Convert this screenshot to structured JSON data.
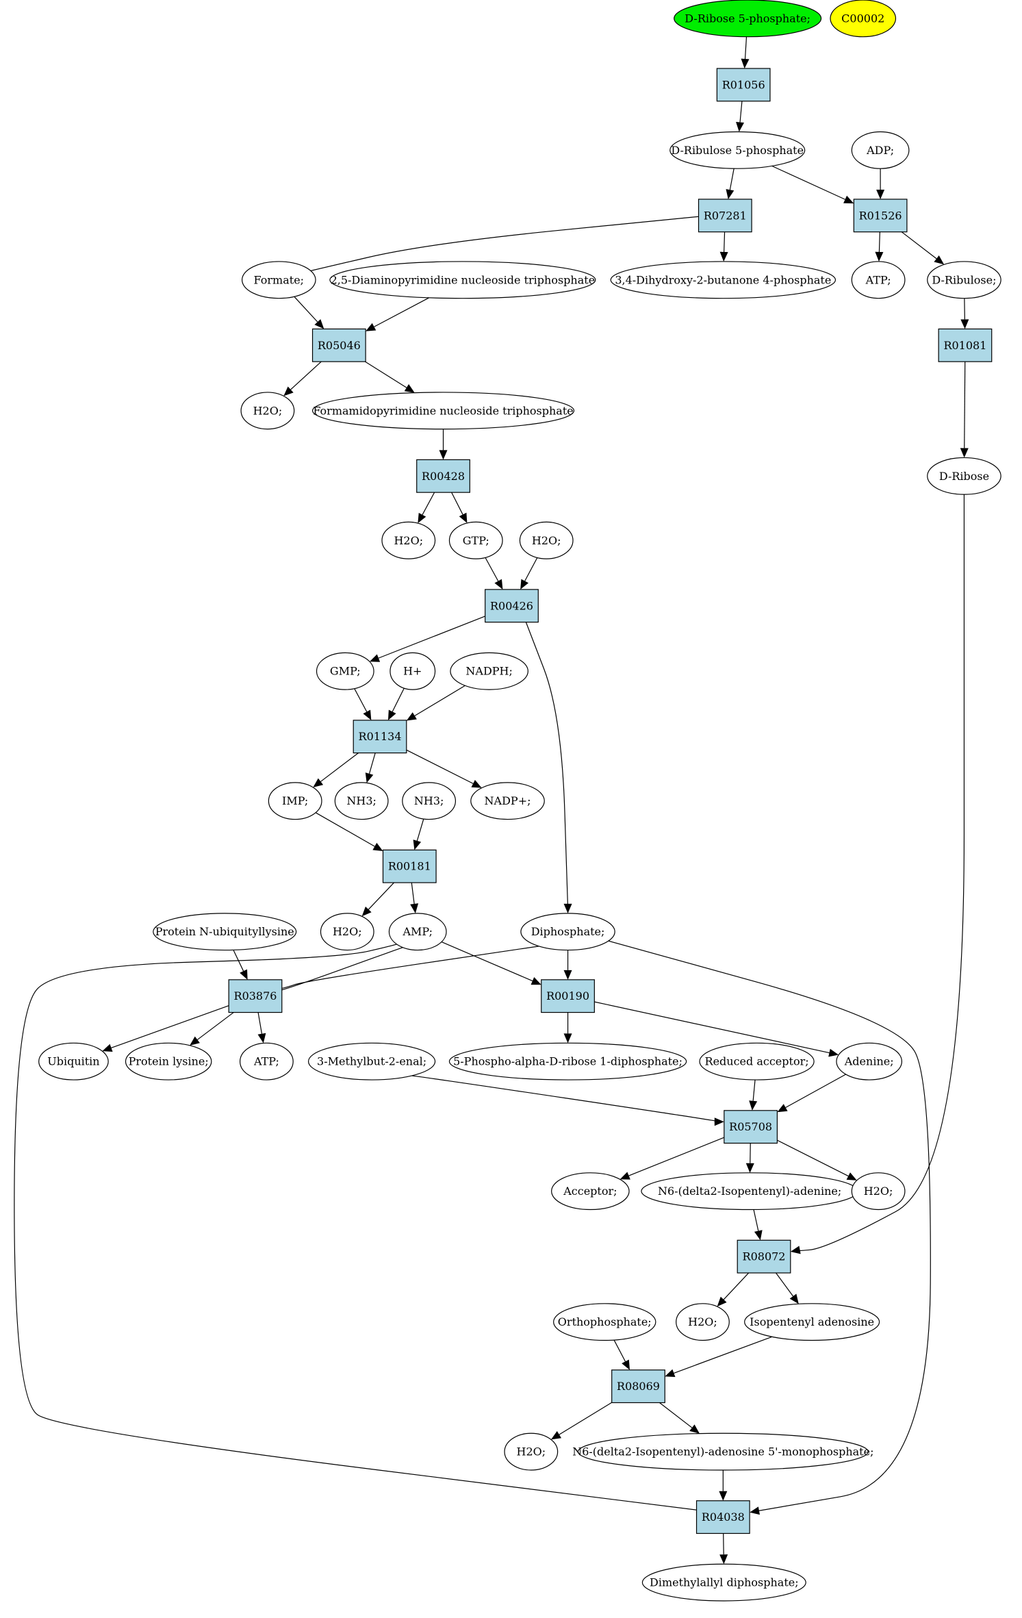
{
  "diagram": {
    "nodes": [
      {
        "id": "ribose5p",
        "label": "D-Ribose 5-phosphate;",
        "kind": "compound",
        "fill": "#00ee00"
      },
      {
        "id": "c00002",
        "label": "C00002",
        "kind": "compound",
        "fill": "#ffff00"
      },
      {
        "id": "R01056",
        "label": "R01056",
        "kind": "reaction"
      },
      {
        "id": "ribulose5p",
        "label": "D-Ribulose 5-phosphate",
        "kind": "compound"
      },
      {
        "id": "adp",
        "label": "ADP;",
        "kind": "compound"
      },
      {
        "id": "R07281",
        "label": "R07281",
        "kind": "reaction"
      },
      {
        "id": "R01526",
        "label": "R01526",
        "kind": "reaction"
      },
      {
        "id": "formate",
        "label": "Formate;",
        "kind": "compound"
      },
      {
        "id": "dapnt",
        "label": "2,5-Diaminopyrimidine nucleoside triphosphate",
        "kind": "compound"
      },
      {
        "id": "dhbp",
        "label": "3,4-Dihydroxy-2-butanone 4-phosphate",
        "kind": "compound"
      },
      {
        "id": "atp1",
        "label": "ATP;",
        "kind": "compound"
      },
      {
        "id": "ribulose",
        "label": "D-Ribulose;",
        "kind": "compound"
      },
      {
        "id": "R05046",
        "label": "R05046",
        "kind": "reaction"
      },
      {
        "id": "R01081",
        "label": "R01081",
        "kind": "reaction"
      },
      {
        "id": "h2o1",
        "label": "H2O;",
        "kind": "compound"
      },
      {
        "id": "fapnt",
        "label": "Formamidopyrimidine nucleoside triphosphate",
        "kind": "compound"
      },
      {
        "id": "R00428",
        "label": "R00428",
        "kind": "reaction"
      },
      {
        "id": "dribose",
        "label": "D-Ribose",
        "kind": "compound"
      },
      {
        "id": "h2o2",
        "label": "H2O;",
        "kind": "compound"
      },
      {
        "id": "gtp",
        "label": "GTP;",
        "kind": "compound"
      },
      {
        "id": "h2o3",
        "label": "H2O;",
        "kind": "compound"
      },
      {
        "id": "R00426",
        "label": "R00426",
        "kind": "reaction"
      },
      {
        "id": "gmp",
        "label": "GMP;",
        "kind": "compound"
      },
      {
        "id": "hplus",
        "label": "H+",
        "kind": "compound"
      },
      {
        "id": "nadph",
        "label": "NADPH;",
        "kind": "compound"
      },
      {
        "id": "R01134",
        "label": "R01134",
        "kind": "reaction"
      },
      {
        "id": "imp",
        "label": "IMP;",
        "kind": "compound"
      },
      {
        "id": "nh3a",
        "label": "NH3;",
        "kind": "compound"
      },
      {
        "id": "nh3b",
        "label": "NH3;",
        "kind": "compound"
      },
      {
        "id": "nadpplus",
        "label": "NADP+;",
        "kind": "compound"
      },
      {
        "id": "R00181",
        "label": "R00181",
        "kind": "reaction"
      },
      {
        "id": "protubq",
        "label": "Protein N-ubiquityllysine",
        "kind": "compound"
      },
      {
        "id": "h2o4",
        "label": "H2O;",
        "kind": "compound"
      },
      {
        "id": "amp",
        "label": "AMP;",
        "kind": "compound"
      },
      {
        "id": "diphosphate",
        "label": "Diphosphate;",
        "kind": "compound"
      },
      {
        "id": "R03876",
        "label": "R03876",
        "kind": "reaction"
      },
      {
        "id": "R00190",
        "label": "R00190",
        "kind": "reaction"
      },
      {
        "id": "ubiquitin",
        "label": "Ubiquitin",
        "kind": "compound"
      },
      {
        "id": "protlys",
        "label": "Protein lysine;",
        "kind": "compound"
      },
      {
        "id": "atp2",
        "label": "ATP;",
        "kind": "compound"
      },
      {
        "id": "methylbutenal",
        "label": "3-Methylbut-2-enal;",
        "kind": "compound"
      },
      {
        "id": "prpp",
        "label": "5-Phospho-alpha-D-ribose 1-diphosphate;",
        "kind": "compound"
      },
      {
        "id": "redacc",
        "label": "Reduced acceptor;",
        "kind": "compound"
      },
      {
        "id": "adenine",
        "label": "Adenine;",
        "kind": "compound"
      },
      {
        "id": "R05708",
        "label": "R05708",
        "kind": "reaction"
      },
      {
        "id": "acceptor",
        "label": "Acceptor;",
        "kind": "compound"
      },
      {
        "id": "ipadenine",
        "label": "N6-(delta2-Isopentenyl)-adenine;",
        "kind": "compound"
      },
      {
        "id": "h2o5",
        "label": "H2O;",
        "kind": "compound"
      },
      {
        "id": "R08072",
        "label": "R08072",
        "kind": "reaction"
      },
      {
        "id": "h2o6",
        "label": "H2O;",
        "kind": "compound"
      },
      {
        "id": "ipadenosine",
        "label": "Isopentenyl adenosine",
        "kind": "compound"
      },
      {
        "id": "orthophosphate",
        "label": "Orthophosphate;",
        "kind": "compound"
      },
      {
        "id": "R08069",
        "label": "R08069",
        "kind": "reaction"
      },
      {
        "id": "h2o7",
        "label": "H2O;",
        "kind": "compound"
      },
      {
        "id": "ipamp",
        "label": "N6-(delta2-Isopentenyl)-adenosine 5'-monophosphate;",
        "kind": "compound"
      },
      {
        "id": "R04038",
        "label": "R04038",
        "kind": "reaction"
      },
      {
        "id": "dmapp",
        "label": "Dimethylallyl diphosphate;",
        "kind": "compound"
      }
    ],
    "edges": [
      [
        "ribose5p",
        "R01056"
      ],
      [
        "R01056",
        "ribulose5p"
      ],
      [
        "ribulose5p",
        "R07281"
      ],
      [
        "ribulose5p",
        "R01526"
      ],
      [
        "adp",
        "R01526"
      ],
      [
        "R07281",
        "formate"
      ],
      [
        "R07281",
        "dhbp"
      ],
      [
        "R01526",
        "atp1"
      ],
      [
        "R01526",
        "ribulose"
      ],
      [
        "formate",
        "R05046"
      ],
      [
        "dapnt",
        "R05046"
      ],
      [
        "ribulose",
        "R01081"
      ],
      [
        "R05046",
        "h2o1"
      ],
      [
        "R05046",
        "fapnt"
      ],
      [
        "fapnt",
        "R00428"
      ],
      [
        "R01081",
        "dribose"
      ],
      [
        "R00428",
        "h2o2"
      ],
      [
        "R00428",
        "gtp"
      ],
      [
        "gtp",
        "R00426"
      ],
      [
        "h2o3",
        "R00426"
      ],
      [
        "R00426",
        "gmp"
      ],
      [
        "R00426",
        "diphosphate"
      ],
      [
        "gmp",
        "R01134"
      ],
      [
        "hplus",
        "R01134"
      ],
      [
        "nadph",
        "R01134"
      ],
      [
        "R01134",
        "imp"
      ],
      [
        "R01134",
        "nh3a"
      ],
      [
        "R01134",
        "nadpplus"
      ],
      [
        "imp",
        "R00181"
      ],
      [
        "nh3b",
        "R00181"
      ],
      [
        "R00181",
        "h2o4"
      ],
      [
        "R00181",
        "amp"
      ],
      [
        "protubq",
        "R03876"
      ],
      [
        "amp",
        "R03876"
      ],
      [
        "diphosphate",
        "R03876"
      ],
      [
        "amp",
        "R00190"
      ],
      [
        "diphosphate",
        "R00190"
      ],
      [
        "R03876",
        "ubiquitin"
      ],
      [
        "R03876",
        "protlys"
      ],
      [
        "R03876",
        "atp2"
      ],
      [
        "R00190",
        "prpp"
      ],
      [
        "R00190",
        "adenine"
      ],
      [
        "methylbutenal",
        "R05708"
      ],
      [
        "redacc",
        "R05708"
      ],
      [
        "adenine",
        "R05708"
      ],
      [
        "R05708",
        "acceptor"
      ],
      [
        "R05708",
        "ipadenine"
      ],
      [
        "R05708",
        "h2o5"
      ],
      [
        "ipadenine",
        "R08072"
      ],
      [
        "dribose",
        "R08072"
      ],
      [
        "R08072",
        "h2o6"
      ],
      [
        "R08072",
        "ipadenosine"
      ],
      [
        "orthophosphate",
        "R08069"
      ],
      [
        "ipadenosine",
        "R08069"
      ],
      [
        "R08069",
        "h2o7"
      ],
      [
        "R08069",
        "ipamp"
      ],
      [
        "ipamp",
        "R04038"
      ],
      [
        "diphosphate",
        "R04038"
      ],
      [
        "R04038",
        "dmapp"
      ],
      [
        "R04038",
        "amp"
      ]
    ]
  }
}
